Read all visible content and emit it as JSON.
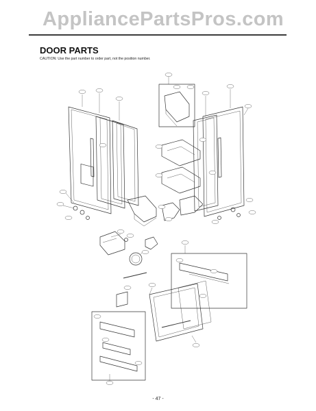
{
  "watermark": "AppliancePartsPros.com",
  "header": {
    "title": "DOOR PARTS",
    "caution": "CAUTION: Use the part number to order part, not the position number."
  },
  "footer": {
    "page_number": "- 47 -"
  },
  "colors": {
    "line": "#333333",
    "watermark": "#c4c4c4",
    "rule": "#3a3a3a"
  }
}
